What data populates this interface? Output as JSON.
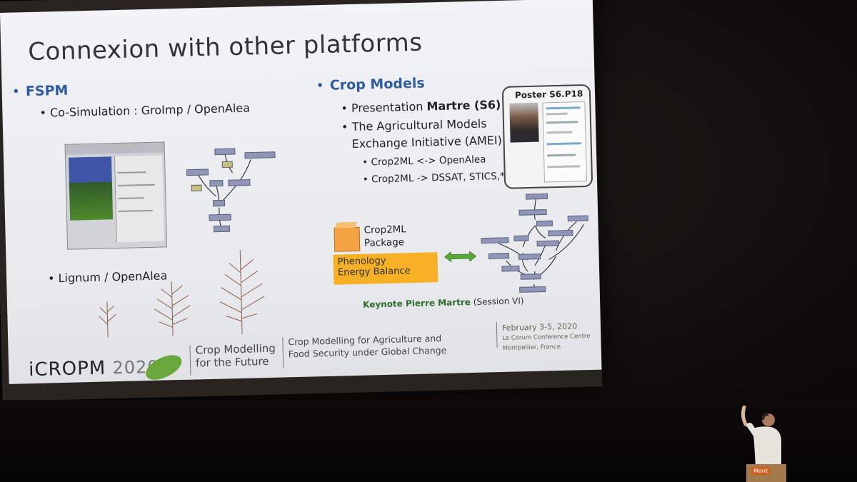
{
  "slide": {
    "title": "Connexion with other platforms",
    "left": {
      "heading": "FSPM",
      "item1": "Co-Simulation : GroImp / OpenAlea",
      "item2": "Lignum / OpenAlea"
    },
    "right": {
      "heading": "Crop Models",
      "item1_prefix": "Presentation",
      "item1_bold": "Martre (S6)",
      "item2_line1": "The Agricultural Models",
      "item2_line2": "Exchange Initiative (AMEI)",
      "sub1": "Crop2ML <-> OpenAlea",
      "sub2": "Crop2ML -> DSSAT, STICS,*"
    },
    "poster": {
      "title": "Poster S6.P18"
    },
    "package": {
      "label_line1": "Crop2ML",
      "label_line2": "Package",
      "box_line1": "Phenology",
      "box_line2": "Energy Balance"
    },
    "keynote": {
      "text": "Keynote Pierre Martre",
      "session": "(Session VI)"
    },
    "footer": {
      "logo": "iCROPM",
      "year": "2020",
      "tagline1": "Crop Modelling",
      "tagline2": "for the Future",
      "theme1": "Crop Modelling for Agriculture and",
      "theme2": "Food Security under Global Change",
      "date": "February 3-5, 2020",
      "venue1": "Le Corum Conference Centre",
      "venue2": "Montpellier, France"
    }
  },
  "podium": {
    "label": "Mont"
  },
  "colors": {
    "accent_blue": "#2f5c9e",
    "box_orange": "#f5b026",
    "arrow_green": "#5aa83a",
    "keynote_green": "#2f6a2f"
  }
}
